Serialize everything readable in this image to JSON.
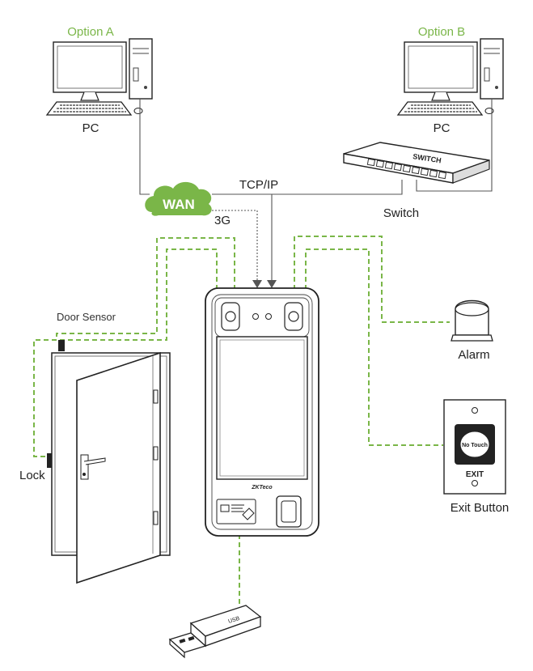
{
  "labels": {
    "option_a": "Option A",
    "option_b": "Option B",
    "pc_a": "PC",
    "pc_b": "PC",
    "tcpip": "TCP/IP",
    "wan": "WAN",
    "three_g": "3G",
    "switch": "Switch",
    "switch_brand": "SWITCH",
    "door_sensor": "Door Sensor",
    "lock": "Lock",
    "alarm": "Alarm",
    "exit_button": "Exit Button",
    "no_touch": "No Touch",
    "exit": "EXIT",
    "usb": "USB",
    "device_logo": "ZKTeco"
  },
  "colors": {
    "accent_green": "#7ab648",
    "line_gray": "#555555",
    "outline": "#222222"
  }
}
